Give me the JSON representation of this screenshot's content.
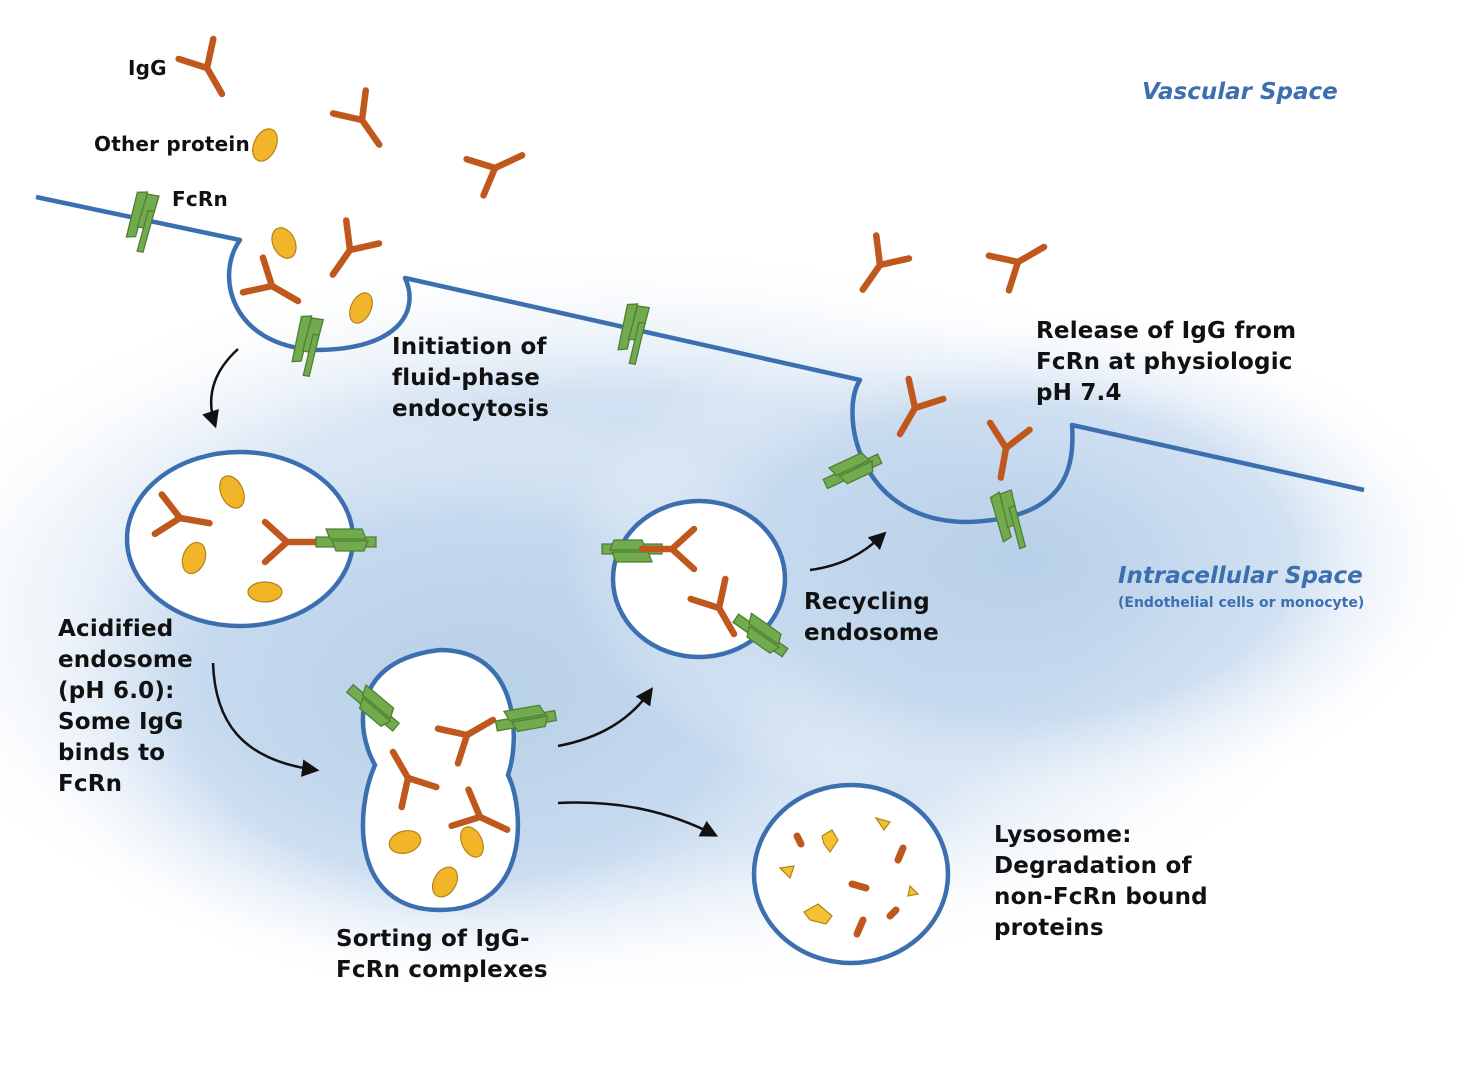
{
  "colors": {
    "membrane": "#3c6fb0",
    "antibody": "#c0581e",
    "protein": "#f2b52a",
    "fcrn": "#72aa4e",
    "intracellular_glow": "#bcd3ea",
    "space_label": "#3c6fb0"
  },
  "legend": {
    "igg": "IgG",
    "other_protein": "Other protein",
    "fcrn": "FcRn"
  },
  "spaces": {
    "vascular": "Vascular Space",
    "intracellular": "Intracellular Space",
    "intracellular_note": "(Endothelial cells or monocyte)"
  },
  "steps": {
    "initiation": "Initiation of\nfluid-phase\nendocytosis",
    "acidified": "Acidified\nendosome\n(pH 6.0):\nSome IgG\nbinds to\nFcRn",
    "sorting": "Sorting of IgG-\nFcRn complexes",
    "recycling": "Recycling\nendosome",
    "release": "Release of IgG from\nFcRn at physiologic\npH 7.4",
    "lysosome": "Lysosome:\nDegradation of\nnon-FcRn bound\nproteins"
  },
  "icons": [
    "igg-antibody-icon",
    "protein-oval-icon",
    "fcrn-receptor-icon",
    "arrow-icon"
  ]
}
